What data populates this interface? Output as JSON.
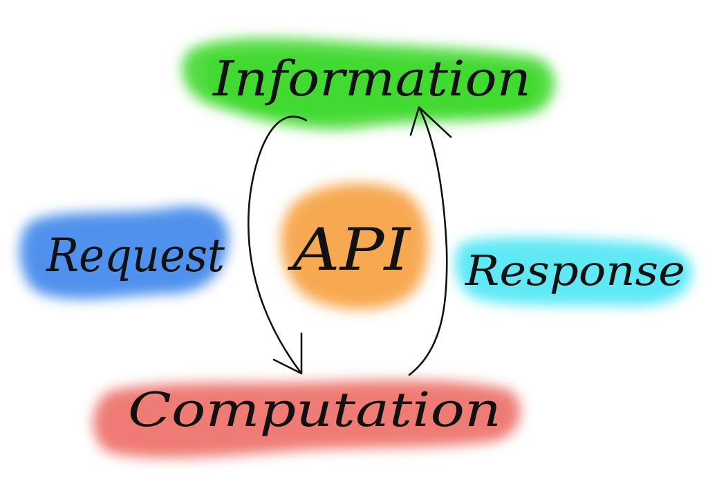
{
  "nodes": {
    "information": {
      "label": "Information",
      "color": "#3fd92f"
    },
    "api": {
      "label": "API",
      "color": "#f7a040"
    },
    "request": {
      "label": "Request",
      "color": "#3d86ea"
    },
    "response": {
      "label": "Response",
      "color": "#4fe6f5"
    },
    "computation": {
      "label": "Computation",
      "color": "#ec6a62"
    }
  },
  "edges": [
    {
      "from": "information",
      "to": "computation",
      "direction": "down"
    },
    {
      "from": "computation",
      "to": "information",
      "direction": "up"
    }
  ]
}
